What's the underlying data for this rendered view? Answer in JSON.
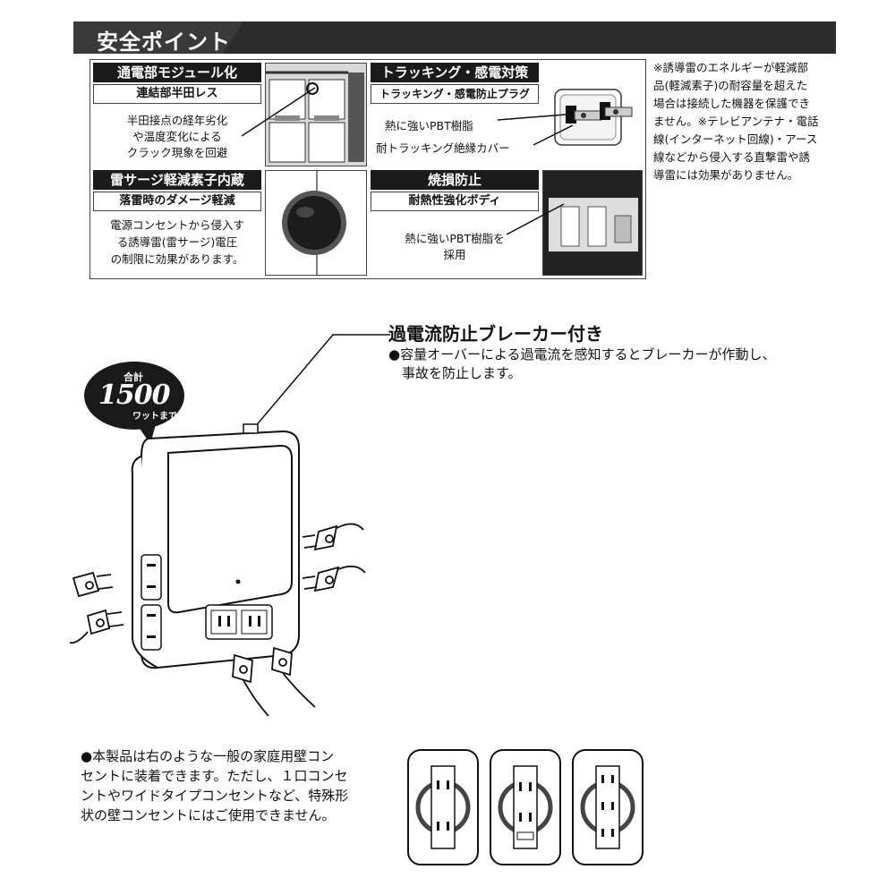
{
  "header": {
    "title": "安全ポイント"
  },
  "sections": [
    {
      "title": "通電部モジュール化",
      "subtitle": "連結部半田レス",
      "body": [
        "半田接点の経年劣化",
        "や温度変化による",
        "クラック現象を回避"
      ]
    },
    {
      "title": "トラッキング・感電対策",
      "subtitle": "トラッキング・感電防止プラグ",
      "labels": [
        "熱に強いPBT樹脂",
        "耐トラッキング絶縁カバー"
      ]
    },
    {
      "title": "雷サージ軽減素子内蔵",
      "subtitle": "落雷時のダメージ軽減",
      "body": [
        "電源コンセントから侵入す",
        "る誘導雷(雷サージ)電圧",
        "の制限に効果があります。"
      ]
    },
    {
      "title": "焼損防止",
      "subtitle": "耐熱性強化ボディ",
      "body": [
        "熱に強いPBT樹脂を",
        "採用"
      ]
    }
  ],
  "note_right": [
    "※誘導雷のエネルギーが軽減部",
    "品(軽減素子)の耐容量を超えた",
    "場合は接続した機器を保護でき",
    "ません。※テレビアンテナ・電話",
    "線(インターネット回線)・アース",
    "線などから侵入する直撃雷や誘",
    "導雷には効果がありません。"
  ],
  "breaker": {
    "title": "過電流防止ブレーカー付き",
    "desc": [
      "●容量オーバーによる過電流を感知するとブレーカーが作動し、",
      "　事故を防止します。"
    ]
  },
  "bubble": {
    "label": "合計",
    "value": "1500",
    "unit": "ワットまで"
  },
  "bottom_note": [
    "●本製品は右のような一般の家庭用壁コン",
    "セントに装着できます。ただし、１口コンセ",
    "ントやワイドタイプコンセントなど、特殊形",
    "状の壁コンセントにはご使用できません。"
  ],
  "icons": [
    "outlet-plate-icon",
    "plug-icon",
    "surge-element-icon",
    "power-tap-icon"
  ]
}
